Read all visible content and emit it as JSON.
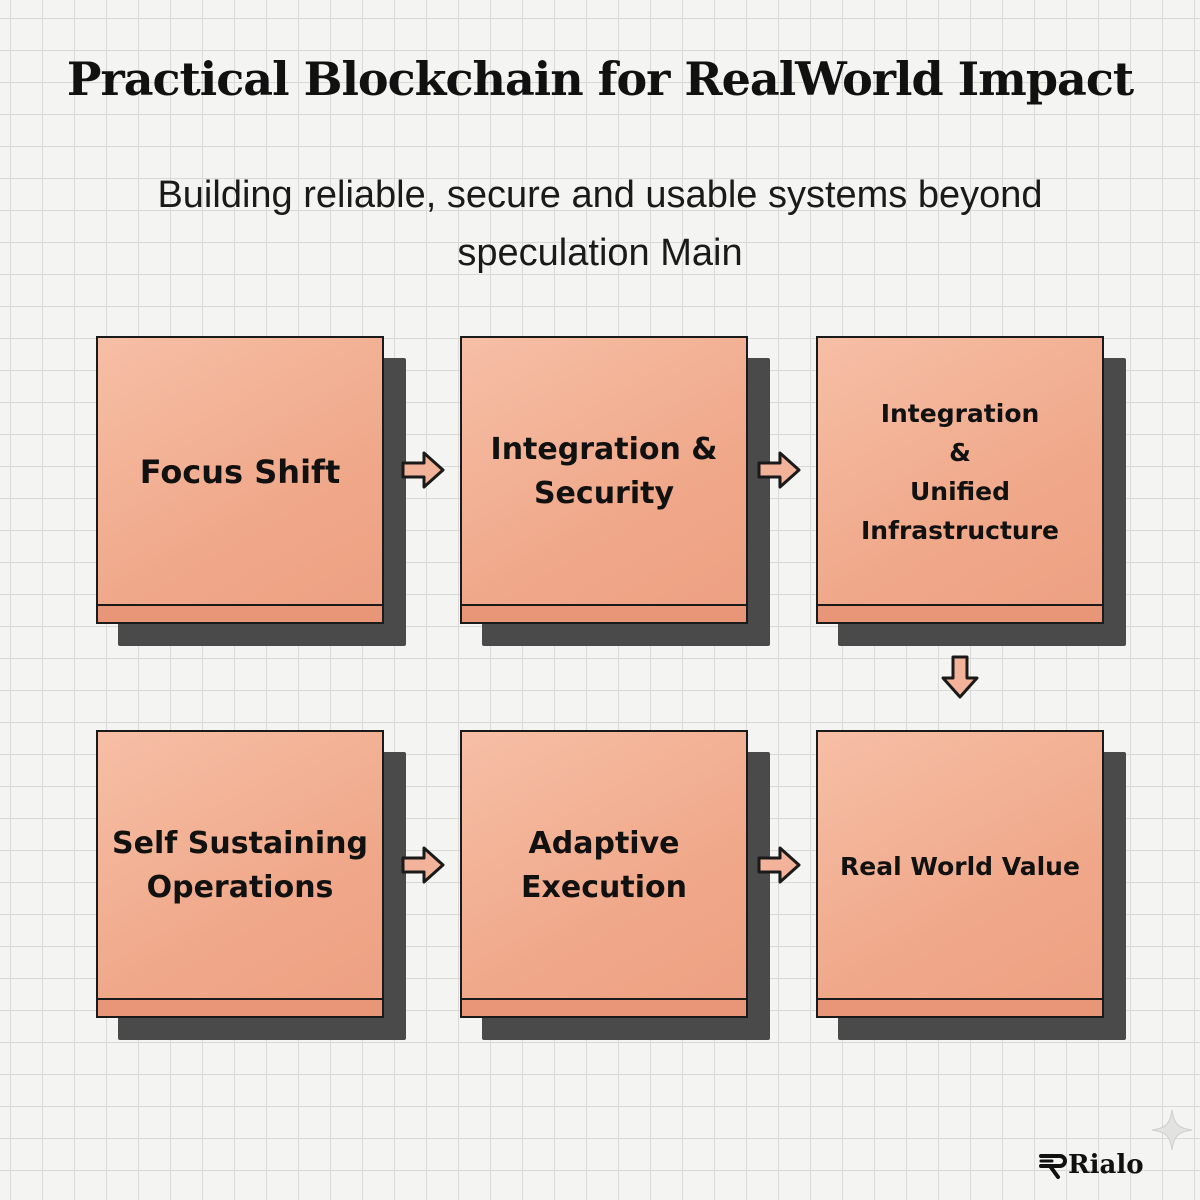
{
  "header": {
    "title": "Practical Blockchain for RealWorld Impact",
    "subtitle": "Building reliable, secure and usable systems beyond speculation Main"
  },
  "steps": [
    {
      "label": "Focus Shift"
    },
    {
      "label": "Integration &\nSecurity"
    },
    {
      "label": "Integration\n&\nUnified\nInfrastructure"
    },
    {
      "label": "Self Sustaining\nOperations"
    },
    {
      "label": "Adaptive\nExecution"
    },
    {
      "label": "Real World Value"
    }
  ],
  "brand": {
    "name": "Rialo",
    "icon": "rialo-logo-icon"
  },
  "colors": {
    "block_face": "#f4b59b",
    "block_shadow": "#4a4a4a",
    "arrow_fill": "#f3b29a",
    "outline": "#1a1a1a"
  }
}
